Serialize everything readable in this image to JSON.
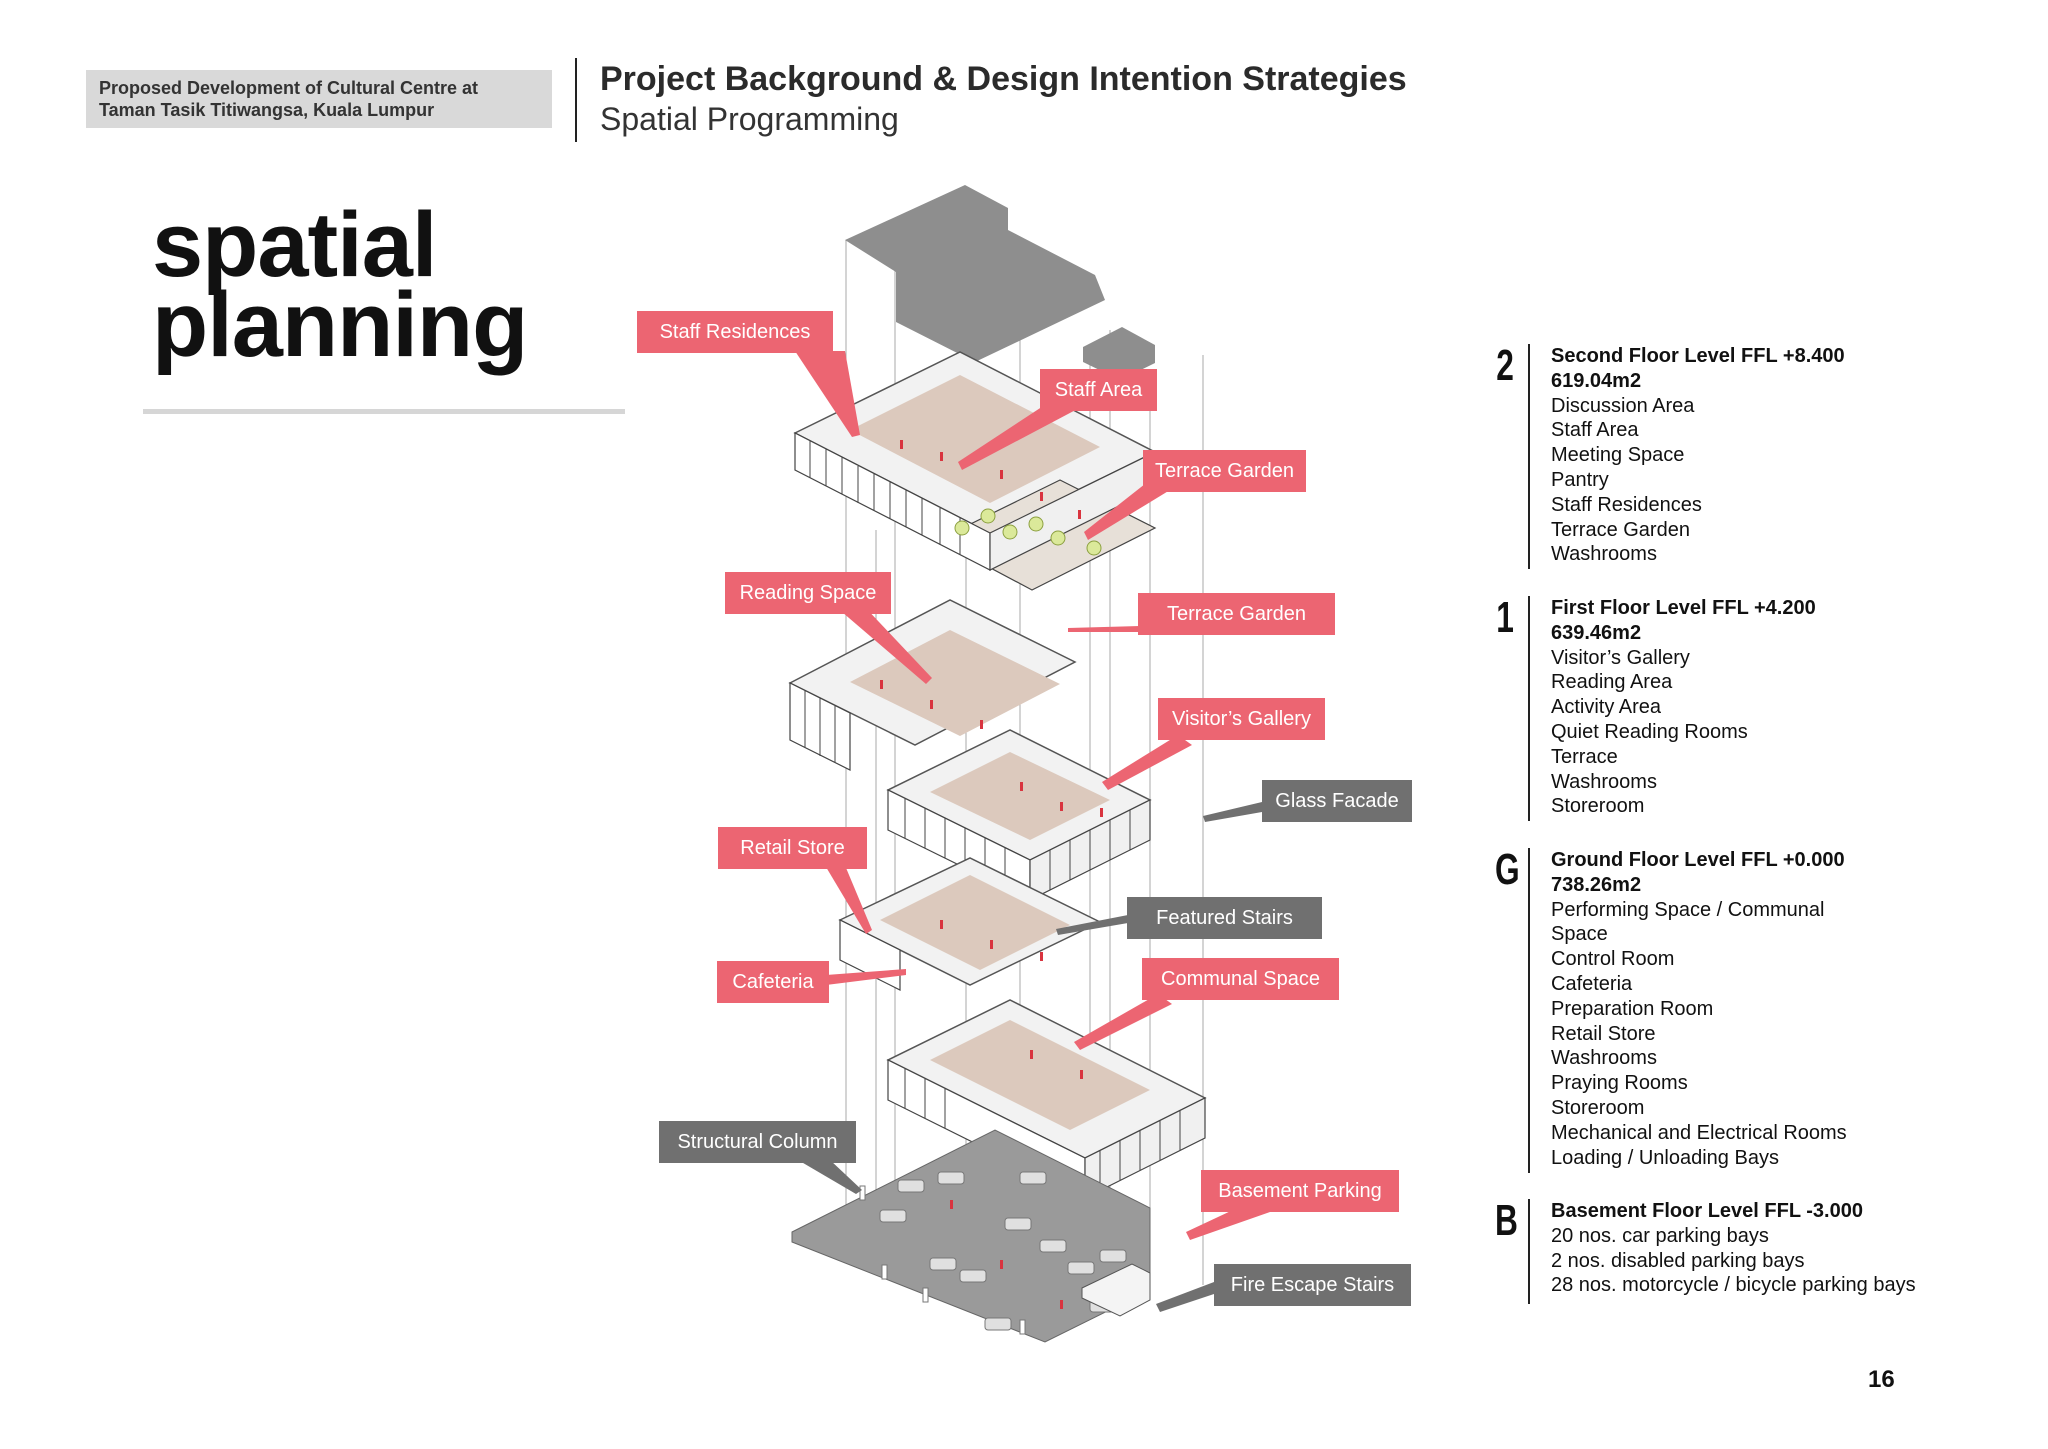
{
  "header": {
    "project_line1": "Proposed Development of Cultural Centre at",
    "project_line2": "Taman Tasik Titiwangsa, Kuala Lumpur",
    "title": "Project Background & Design Intention Strategies",
    "subtitle": "Spatial Programming"
  },
  "page_title": {
    "line1": "spatial",
    "line2": "planning"
  },
  "colors": {
    "accent_red": "#ec6572",
    "label_grey": "#707070",
    "floor_tint": "#dcc9bd",
    "basement_grey": "#9a9a9a"
  },
  "diagram_labels": {
    "staff_residences": "Staff Residences",
    "staff_area": "Staff Area",
    "terrace_garden_top": "Terrace Garden",
    "reading_space": "Reading Space",
    "terrace_garden_first": "Terrace Garden",
    "visitors_gallery": "Visitor’s Gallery",
    "glass_facade": "Glass Facade",
    "retail_store": "Retail Store",
    "featured_stairs": "Featured Stairs",
    "cafeteria": "Cafeteria",
    "communal_space": "Communal Space",
    "structural_column": "Structural Column",
    "basement_parking": "Basement Parking",
    "fire_escape_stairs": "Fire Escape Stairs"
  },
  "levels": [
    {
      "code": "2",
      "heading": "Second Floor Level FFL +8.400",
      "area": "619.04m2",
      "spaces": [
        "Discussion Area",
        "Staff Area",
        "Meeting Space",
        "Pantry",
        "Staff Residences",
        "Terrace Garden",
        "Washrooms"
      ]
    },
    {
      "code": "1",
      "heading": "First Floor Level FFL +4.200",
      "area": "639.46m2",
      "spaces": [
        "Visitor’s Gallery",
        "Reading Area",
        "Activity Area",
        "Quiet Reading Rooms",
        "Terrace",
        "Washrooms",
        "Storeroom"
      ]
    },
    {
      "code": "G",
      "heading": "Ground Floor Level FFL +0.000",
      "area": "738.26m2",
      "spaces": [
        "Performing Space / Communal",
        "Space",
        "Control Room",
        "Cafeteria",
        "Preparation Room",
        "Retail Store",
        "Washrooms",
        "Praying Rooms",
        "Storeroom",
        "Mechanical and Electrical Rooms",
        "Loading / Unloading Bays"
      ]
    },
    {
      "code": "B",
      "heading": "Basement Floor Level FFL -3.000",
      "area": "",
      "spaces": [
        "20 nos. car parking bays",
        "2 nos. disabled parking bays",
        "28 nos. motorcycle / bicycle parking bays"
      ]
    }
  ],
  "page_number": "16"
}
